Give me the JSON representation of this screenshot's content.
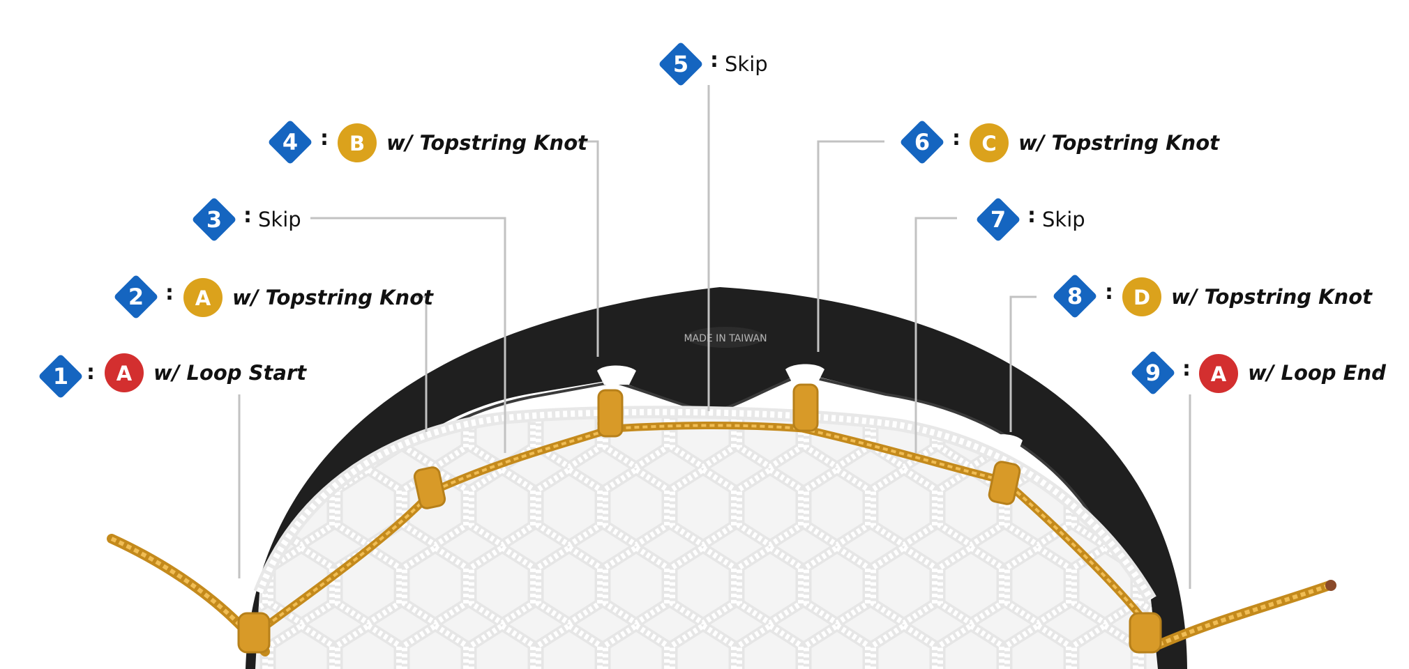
{
  "colors": {
    "step_badge": "#1565c0",
    "hole_red": "#d32f2f",
    "hole_gold": "#dba21c",
    "sidewall": "#1f1f1f",
    "topstring": "#e0a83c",
    "mesh": "#ececec",
    "leader_line": "#c2c2c2"
  },
  "frame": {
    "stamp_text": "MADE IN TAIWAN"
  },
  "steps": [
    {
      "number": "1",
      "separator": ":",
      "hole": "A",
      "hole_color": "red",
      "text": "w/ Loop Start"
    },
    {
      "number": "2",
      "separator": ":",
      "hole": "A",
      "hole_color": "gold",
      "text": "w/ Topstring Knot"
    },
    {
      "number": "3",
      "separator": ":",
      "hole": "",
      "hole_color": "",
      "text": "Skip"
    },
    {
      "number": "4",
      "separator": ":",
      "hole": "B",
      "hole_color": "gold",
      "text": "w/ Topstring Knot"
    },
    {
      "number": "5",
      "separator": ":",
      "hole": "",
      "hole_color": "",
      "text": "Skip"
    },
    {
      "number": "6",
      "separator": ":",
      "hole": "C",
      "hole_color": "gold",
      "text": "w/ Topstring Knot"
    },
    {
      "number": "7",
      "separator": ":",
      "hole": "",
      "hole_color": "",
      "text": "Skip"
    },
    {
      "number": "8",
      "separator": ":",
      "hole": "D",
      "hole_color": "gold",
      "text": "w/ Topstring Knot"
    },
    {
      "number": "9",
      "separator": ":",
      "hole": "A",
      "hole_color": "red",
      "text": "w/ Loop End"
    }
  ]
}
